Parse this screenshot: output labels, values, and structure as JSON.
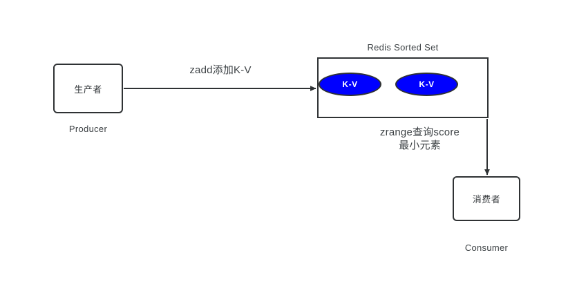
{
  "diagram": {
    "title_visible": false,
    "background": "#ffffff",
    "stroke_color": "#2f3234",
    "text_color": "#3d4245",
    "accent_color": "#0000ff",
    "nodes": {
      "producer": {
        "label": "生产者",
        "caption": "Producer",
        "shape": "rounded-rect"
      },
      "redis": {
        "title": "Redis Sorted Set",
        "shape": "rect",
        "items": [
          {
            "label": "K-V",
            "shape": "ellipse",
            "fill": "#0000ff",
            "text_color": "#ffffff"
          },
          {
            "label": "K-V",
            "shape": "ellipse",
            "fill": "#0000ff",
            "text_color": "#ffffff"
          }
        ]
      },
      "consumer": {
        "label": "消费者",
        "caption": "Consumer",
        "shape": "rounded-rect"
      }
    },
    "edges": [
      {
        "id": "producer-to-redis",
        "from": "producer",
        "to": "redis",
        "label": "zadd添加K-V",
        "direction": "right",
        "arrowhead": "filled-triangle"
      },
      {
        "id": "redis-to-consumer",
        "from": "redis",
        "to": "consumer",
        "label_line1": "zrange查询score",
        "label_line2": "最小元素",
        "direction": "down",
        "arrowhead": "filled-triangle"
      }
    ]
  }
}
